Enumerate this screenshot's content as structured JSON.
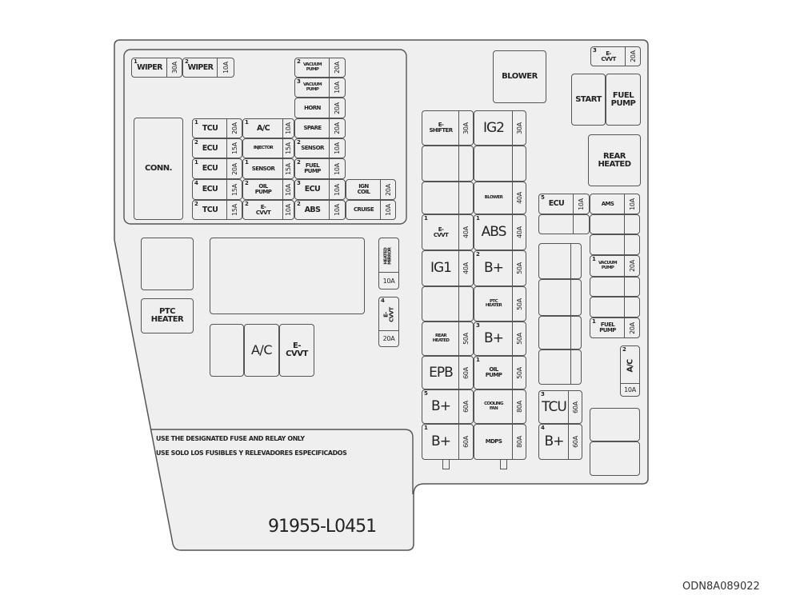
{
  "fuses": [
    {
      "id": "wiper1",
      "num": "1",
      "label": "WIPER",
      "amp": "30A"
    },
    {
      "id": "wiper2",
      "num": "2",
      "label": "WIPER",
      "amp": "10A"
    },
    {
      "id": "vac2",
      "num": "2",
      "label": "VACUUM\nPUMP",
      "amp": "20A"
    },
    {
      "id": "vac3",
      "num": "3",
      "label": "VACUUM\nPUMP",
      "amp": "10A"
    },
    {
      "id": "horn",
      "num": "",
      "label": "HORN",
      "amp": "20A"
    },
    {
      "id": "spare",
      "num": "",
      "label": "SPARE",
      "amp": "20A"
    },
    {
      "id": "sensor2",
      "num": "2",
      "label": "SENSOR",
      "amp": "10A"
    },
    {
      "id": "fuelpump2",
      "num": "2",
      "label": "FUEL\nPUMP",
      "amp": "10A"
    },
    {
      "id": "ecu3",
      "num": "3",
      "label": "ECU",
      "amp": "10A"
    },
    {
      "id": "abs2",
      "num": "2",
      "label": "ABS",
      "amp": "10A"
    },
    {
      "id": "tcu1",
      "num": "1",
      "label": "TCU",
      "amp": "20A"
    },
    {
      "id": "ecu2",
      "num": "2",
      "label": "ECU",
      "amp": "15A"
    },
    {
      "id": "ecu1",
      "num": "1",
      "label": "ECU",
      "amp": "20A"
    },
    {
      "id": "ecu4",
      "num": "4",
      "label": "ECU",
      "amp": "15A"
    },
    {
      "id": "tcu2",
      "num": "2",
      "label": "TCU",
      "amp": "15A"
    },
    {
      "id": "ac1",
      "num": "1",
      "label": "A/C",
      "amp": "10A"
    },
    {
      "id": "injector",
      "num": "",
      "label": "INJECTOR",
      "amp": "15A"
    },
    {
      "id": "sensor1",
      "num": "1",
      "label": "SENSOR",
      "amp": "15A"
    },
    {
      "id": "oilpump2",
      "num": "2",
      "label": "OIL\nPUMP",
      "amp": "10A"
    },
    {
      "id": "ecvvt2",
      "num": "2",
      "label": "E-\nCVVT",
      "amp": "10A"
    },
    {
      "id": "igncoil",
      "num": "",
      "label": "IGN\nCOIL",
      "amp": "20A"
    },
    {
      "id": "cruise",
      "num": "",
      "label": "CRUISE",
      "amp": "10A"
    },
    {
      "id": "heatedmirror",
      "num": "",
      "label": "HEATED\nMIRROR",
      "amp": "10A"
    },
    {
      "id": "ecvvt4",
      "num": "4",
      "label": "E-\nCVVT",
      "amp": "20A"
    },
    {
      "id": "eshifter",
      "num": "",
      "label": "E-\nSHIFTER",
      "amp": "30A"
    },
    {
      "id": "ig2",
      "num": "",
      "label": "IG2",
      "amp": "30A"
    },
    {
      "id": "blower",
      "num": "",
      "label": "BLOWER",
      "amp": "40A"
    },
    {
      "id": "ecvvt1",
      "num": "1",
      "label": "E-\nCVVT",
      "amp": "40A"
    },
    {
      "id": "abs1",
      "num": "1",
      "label": "ABS",
      "amp": "40A"
    },
    {
      "id": "ig1",
      "num": "",
      "label": "IG1",
      "amp": "40A"
    },
    {
      "id": "bplus2",
      "num": "2",
      "label": "B+",
      "amp": "50A"
    },
    {
      "id": "ptcheater",
      "num": "",
      "label": "PTC\nHEATER",
      "amp": "50A"
    },
    {
      "id": "rearheated",
      "num": "",
      "label": "REAR\nHEATED",
      "amp": "50A"
    },
    {
      "id": "bplus3",
      "num": "3",
      "label": "B+",
      "amp": "50A"
    },
    {
      "id": "epb",
      "num": "",
      "label": "EPB",
      "amp": "60A"
    },
    {
      "id": "oilpump1",
      "num": "1",
      "label": "OIL\nPUMP",
      "amp": "50A"
    },
    {
      "id": "bplus5",
      "num": "5",
      "label": "B+",
      "amp": "60A"
    },
    {
      "id": "coolingfan",
      "num": "",
      "label": "COOLING\nFAN",
      "amp": "80A"
    },
    {
      "id": "bplus1",
      "num": "1",
      "label": "B+",
      "amp": "60A"
    },
    {
      "id": "mdps",
      "num": "",
      "label": "MDPS",
      "amp": "80A"
    },
    {
      "id": "ecvvt3",
      "num": "3",
      "label": "E-\nCVVT",
      "amp": "20A"
    },
    {
      "id": "ecu5",
      "num": "5",
      "label": "ECU",
      "amp": "10A"
    },
    {
      "id": "ams",
      "num": "",
      "label": "AMS",
      "amp": "10A"
    },
    {
      "id": "vac1",
      "num": "1",
      "label": "VACUUM\nPUMP",
      "amp": "20A"
    },
    {
      "id": "fuelpump1",
      "num": "1",
      "label": "FUEL\nPUMP",
      "amp": "20A"
    },
    {
      "id": "ac2",
      "num": "2",
      "label": "A/C",
      "amp": "10A"
    },
    {
      "id": "tcu3",
      "num": "3",
      "label": "TCU",
      "amp": "60A"
    },
    {
      "id": "bplus4",
      "num": "4",
      "label": "B+",
      "amp": "60A"
    }
  ],
  "relays": [
    {
      "id": "conn",
      "label": "CONN."
    },
    {
      "id": "blower_relay",
      "label": "BLOWER"
    },
    {
      "id": "start_relay",
      "label": "START"
    },
    {
      "id": "fuelpump_relay",
      "label": "FUEL\nPUMP"
    },
    {
      "id": "rearheated_relay",
      "label": "REAR\nHEATED"
    },
    {
      "id": "ptcheater_relay",
      "label": "PTC\nHEATER"
    },
    {
      "id": "ac_relay",
      "label": "A/C"
    },
    {
      "id": "ecvvt_relay",
      "label": "E-\nCVVT"
    }
  ],
  "label": {
    "line1": "USE THE DESIGNATED FUSE AND RELAY ONLY",
    "line2": "USE SOLO LOS FUSIBLES Y RELEVADORES ESPECIFICADOS",
    "part_number": "91955-L0451"
  },
  "image_code": "ODN8A089022"
}
